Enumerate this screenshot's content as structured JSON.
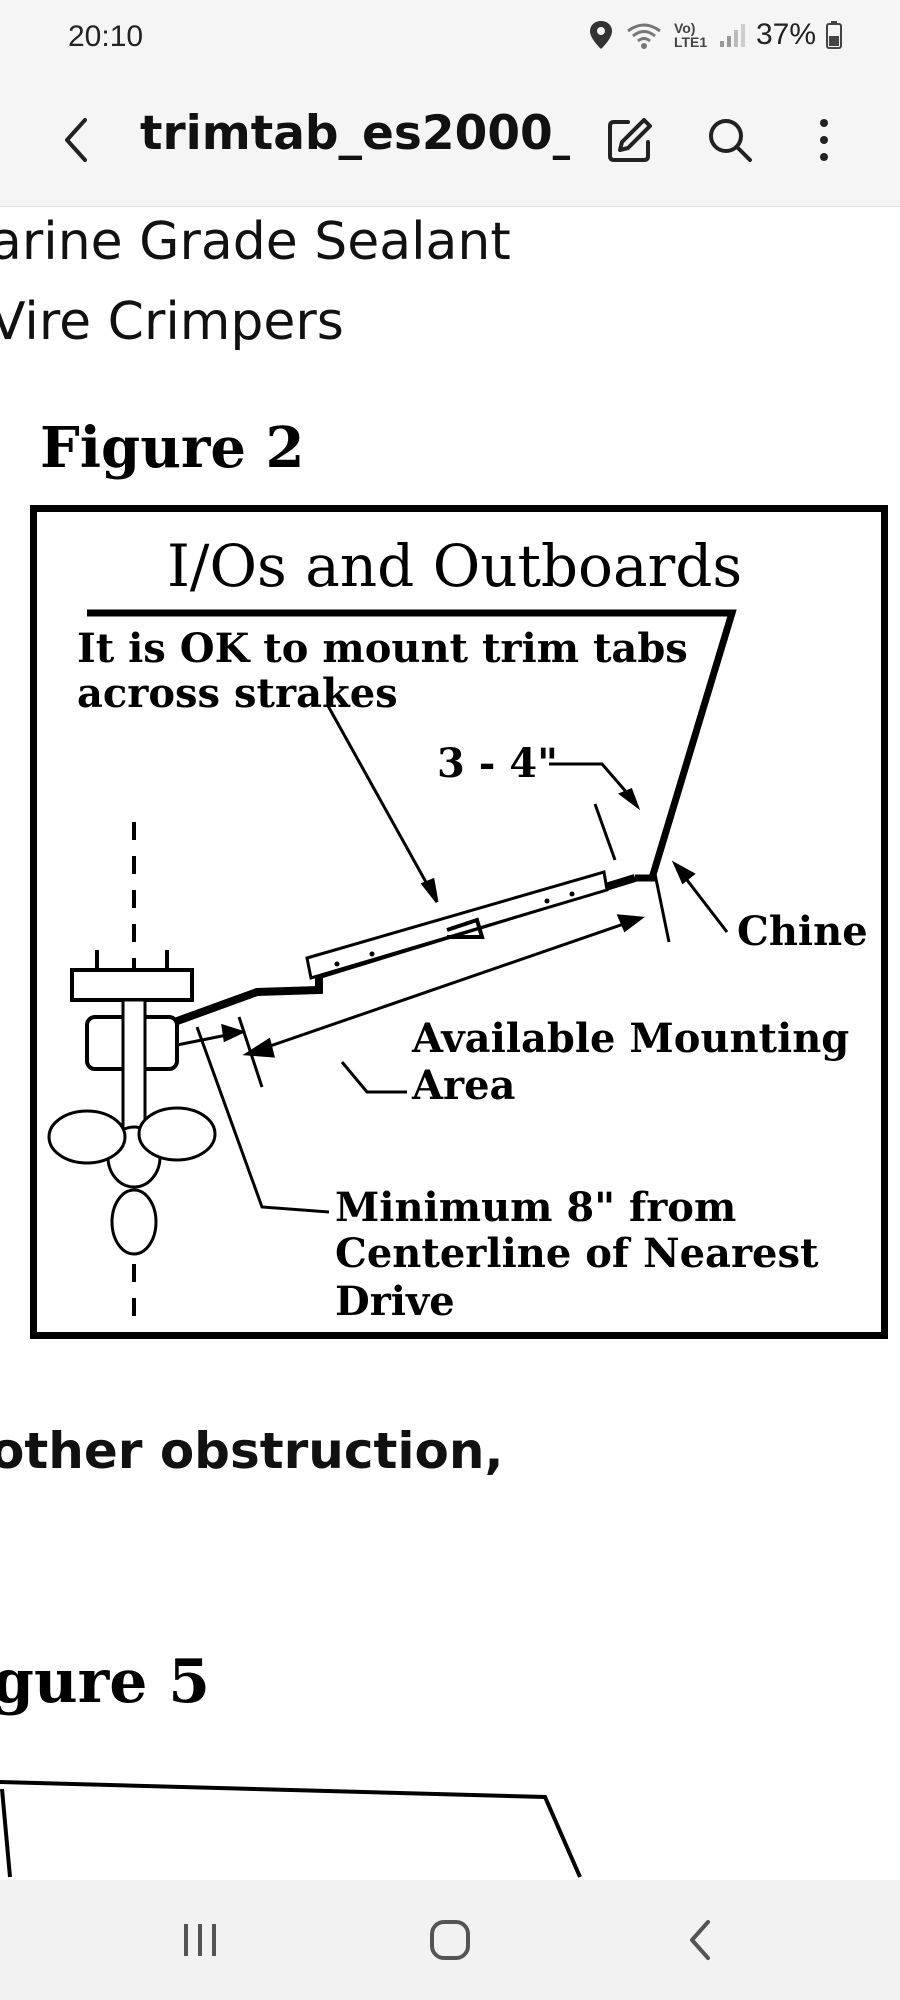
{
  "status_bar": {
    "time": "20:10",
    "network_label": "Vo) LTE1",
    "battery_percent": "37%"
  },
  "app_bar": {
    "title": "trimtab_es2000_..."
  },
  "document": {
    "line1": "arine Grade Sealant",
    "line2": "Vire Crimpers",
    "figure2_caption": "Figure 2",
    "figure": {
      "title": "I/Os and Outboards",
      "note_line1": "It is OK to mount trim tabs",
      "note_line2": "across strakes",
      "dimension": "3 - 4\"",
      "chine": "Chine",
      "mounting_line1": "Available Mounting",
      "mounting_line2": "Area",
      "minimum_line1": "Minimum 8\" from",
      "minimum_line2": "Centerline of  Nearest",
      "minimum_line3": "Drive"
    },
    "line3": "other obstruction,",
    "figure5_caption": "gure 5"
  },
  "icons": {
    "back": "back-arrow-icon",
    "edit": "edit-icon",
    "search": "search-icon",
    "more": "more-vert-icon",
    "recents": "recents-icon",
    "home": "home-icon",
    "nav_back": "nav-back-icon"
  }
}
